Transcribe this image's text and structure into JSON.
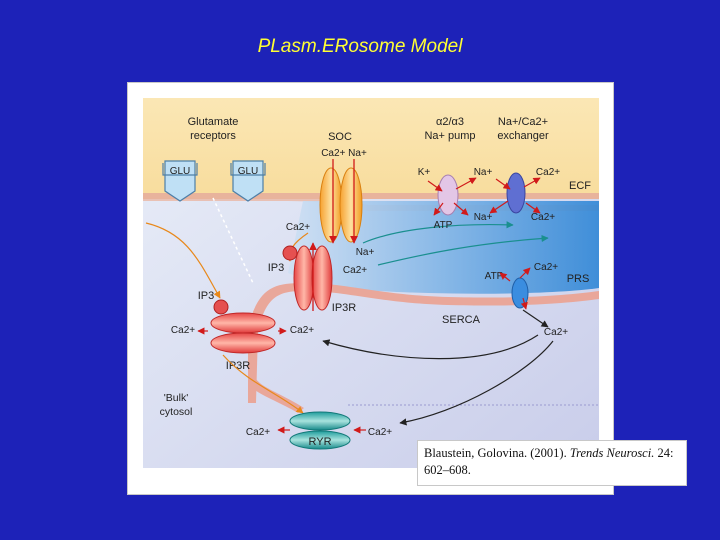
{
  "slide": {
    "title": "PLasm.ERosome Model"
  },
  "diagram": {
    "glu_receptors_label": [
      "Glutamate",
      "receptors"
    ],
    "glu_label": "GLU",
    "soc_label": "SOC",
    "soc_ions": "Ca2+  Na+",
    "pump_label": [
      "α2/α3",
      "Na+ pump"
    ],
    "exchanger_label": [
      "Na+/Ca2+",
      "exchanger"
    ],
    "k_ion": "K+",
    "na_ion": "Na+",
    "ca_ion": "Ca2+",
    "atp_label": "ATP",
    "ecf_label": "ECF",
    "prs_label": "PRS",
    "ip3_label": "IP3",
    "ip3r_label": "IP3R",
    "serca_label": "SERCA",
    "bulk_cytosol_label": [
      "'Bulk'",
      "cytosol"
    ],
    "ryr_label": "RYR"
  },
  "citation": {
    "authors": "Blaustein, Golovina. (2001).",
    "journal": "Trends Neurosci.",
    "details": "24: 602–608."
  }
}
